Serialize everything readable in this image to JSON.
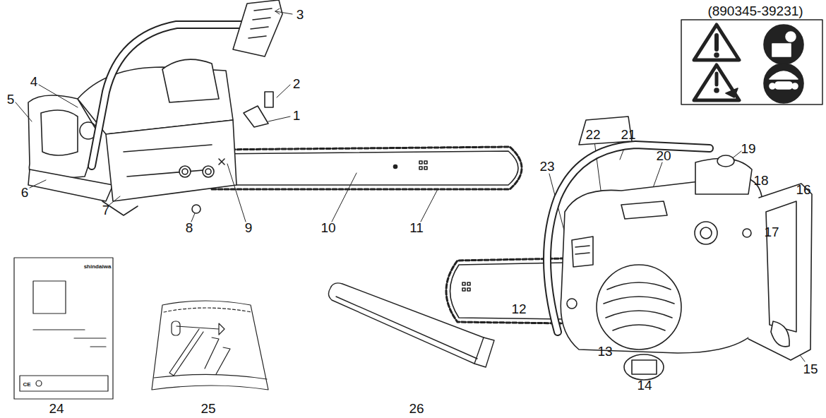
{
  "diagram": {
    "labels": [
      "(890345-39231)",
      "1",
      "2",
      "3",
      "4",
      "5",
      "6",
      "7",
      "8",
      "9",
      "10",
      "11",
      "12",
      "13",
      "14",
      "15",
      "16",
      "17",
      "18",
      "19",
      "20",
      "21",
      "22",
      "23",
      "24",
      "25",
      "26",
      "shindaiwa",
      "CE"
    ]
  }
}
